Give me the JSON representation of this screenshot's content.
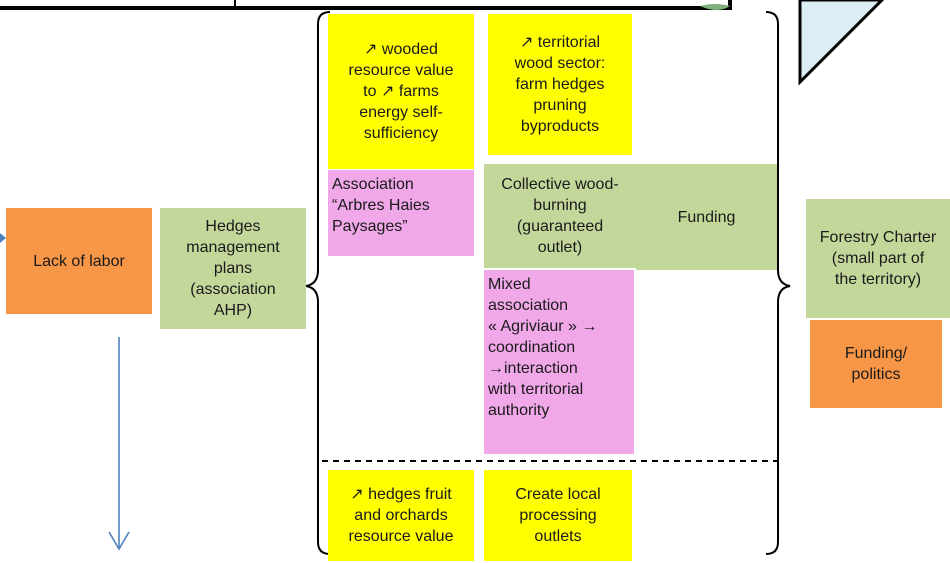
{
  "colors": {
    "yellow": "#ffff00",
    "green": "#c4d79b",
    "pink": "#f0a8e8",
    "orange": "#f79646",
    "arrow_blue": "#4f81bd",
    "callout_fill": "#dbeef4"
  },
  "boxes": {
    "lack_of_labor": "Lack of labor",
    "hedges_plans": "Hedges\nmanagement\nplans\n(association\nAHP)",
    "wooded_value": "↗ wooded\nresource value\nto ↗ farms\nenergy self-\nsufficiency",
    "territorial_wood": "↗ territorial\nwood sector:\nfarm hedges\npruning\nbyproducts",
    "association_ahp": "Association\n“Arbres Haies\nPaysages”",
    "collective_wood": "Collective wood-\nburning\n(guaranteed\noutlet)",
    "funding": "Funding",
    "mixed_association": "Mixed\nassociation\n« Agriviaur » →\ncoordination\n→interaction\nwith territorial\nauthority",
    "hedges_fruit": "↗ hedges fruit\nand orchards\nresource value",
    "local_outlets": "Create local\nprocessing\noutlets",
    "forestry_charter": "Forestry Charter\n(small part of\nthe territory)",
    "funding_politics": "Funding/\npolitics"
  }
}
